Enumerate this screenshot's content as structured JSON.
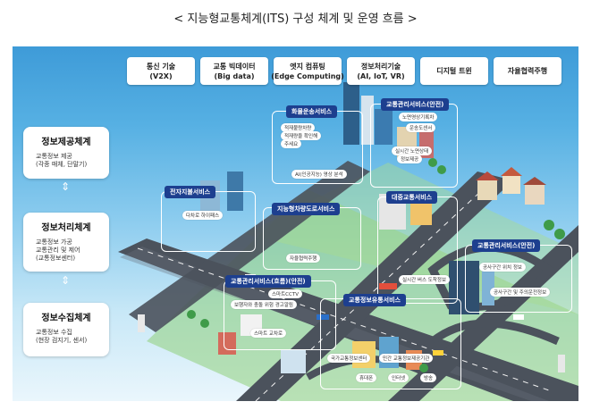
{
  "title": "< 지능형교통체계(ITS) 구성 체계 및 운영 흐름 >",
  "technologies": [
    {
      "line1": "통신 기술",
      "line2": "(V2X)"
    },
    {
      "line1": "교통 빅데이터",
      "line2": "(Big data)"
    },
    {
      "line1": "엣지 컴퓨팅",
      "line2": "(Edge Computing)"
    },
    {
      "line1": "정보처리기술",
      "line2": "(AI, IoT, VR)"
    },
    {
      "line1": "디지털 트윈",
      "line2": ""
    },
    {
      "line1": "자율협력주행",
      "line2": ""
    }
  ],
  "tiers": [
    {
      "title": "정보제공체계",
      "lines": [
        "교통정보 제공",
        "(각종 매체, 단말기)"
      ]
    },
    {
      "title": "정보처리체계",
      "lines": [
        "교통정보 가공",
        "교통관리 및 제어",
        "(교통정보센터)"
      ]
    },
    {
      "title": "정보수집체계",
      "lines": [
        "교통정보 수집",
        "(현장 검지기, 센서)"
      ]
    }
  ],
  "arrows": [
    "⇕",
    "⇕"
  ],
  "services": {
    "freight": {
      "label": "화물운송서비스",
      "chips": [
        "적재불량차량",
        "적재량을 확인해",
        "주세요",
        "AI(인공지능) 영상 분석"
      ]
    },
    "traffic_safety_top": {
      "label": "교통관리서비스(안전)",
      "chips": [
        "노면영상기록차",
        "운송도센서",
        "실시간 노면상태",
        "정보제공"
      ]
    },
    "etoll": {
      "label": "전자지불서비스",
      "chips": [
        "다차로 하이패스"
      ]
    },
    "public_transit": {
      "label": "대중교통서비스",
      "chips": [
        "실시간 버스 도착정보"
      ]
    },
    "smart_highway": {
      "label": "지능형차량도로서비스",
      "chips": [
        "자율협력주행"
      ]
    },
    "traffic_safety_right": {
      "label": "교통관리서비스(안전)",
      "chips": [
        "공사구간 위치 정보",
        "공사구간 및 주의운전정보"
      ]
    },
    "traffic_smooth": {
      "label": "교통관리서비스(흐름)(안전)",
      "chips": [
        "스마트CCTV",
        "보행자와 충돌 위험 경고알림",
        "스마트 교차로"
      ]
    },
    "traffic_info": {
      "label": "교통정보유통서비스",
      "chips": [
        "국가교통정보센터",
        "민간 교통정보제공기관",
        "휴대폰",
        "인터넷",
        "방송"
      ]
    }
  }
}
